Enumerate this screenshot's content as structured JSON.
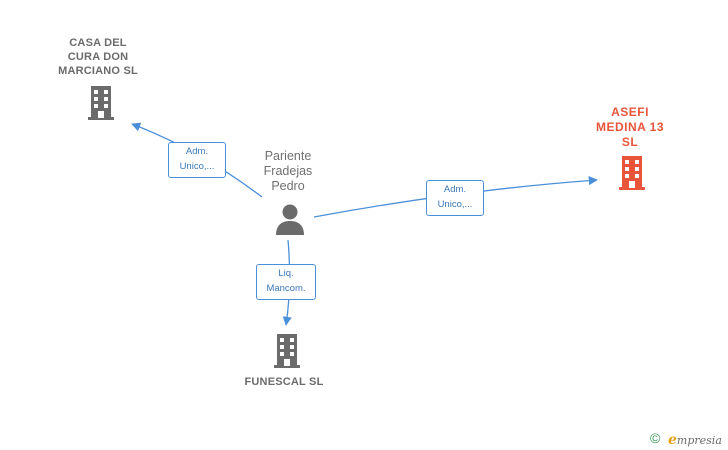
{
  "nodes": {
    "casa": {
      "label_lines": [
        "CASA DEL",
        "CURA DON",
        "MARCIANO  SL"
      ],
      "icon": "building-icon",
      "color": "#6b6b6b"
    },
    "asefi": {
      "label_lines": [
        "ASEFI",
        "MEDINA 13",
        "SL"
      ],
      "icon": "building-icon",
      "color": "#e8553a"
    },
    "funescal": {
      "label_lines": [
        "FUNESCAL  SL"
      ],
      "icon": "building-icon",
      "color": "#6b6b6b"
    },
    "person": {
      "label_lines": [
        "Pariente",
        "Fradejas",
        "Pedro"
      ],
      "icon": "person-icon",
      "color": "#6b6b6b"
    }
  },
  "edges": {
    "to_casa": {
      "label_lines": [
        "Adm.",
        "Unico,..."
      ]
    },
    "to_asefi": {
      "label_lines": [
        "Adm.",
        "Unico,..."
      ]
    },
    "to_funescal": {
      "label_lines": [
        "Liq.",
        "Mancom."
      ]
    }
  },
  "edge_color": "#4a90d9",
  "footer": {
    "copyright_symbol": "©",
    "brand_initial": "e",
    "brand_rest": "mpresia"
  }
}
